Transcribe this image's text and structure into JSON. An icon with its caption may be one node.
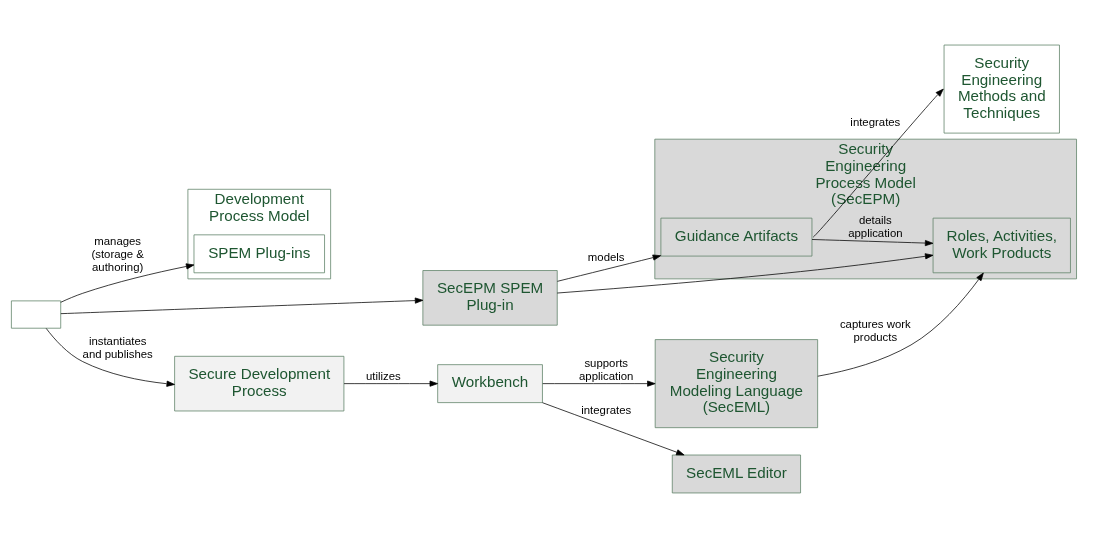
{
  "diagram": {
    "nodes": [
      {
        "text": [
          "Development Process Model"
        ]
      },
      {
        "text": [
          "SPEM Plug-ins"
        ],
        "in": 0
      },
      {
        "text": [
          "Security Engineering Process Model (SecEPM)"
        ]
      },
      {
        "text": [
          "SecEPM SPEM Plug-in"
        ]
      },
      {
        "text": [
          "Guidance Artifacts"
        ],
        "in": 2
      },
      {
        "text": [
          "Roles, Activities, Work Products"
        ],
        "in": 2
      },
      {
        "text": [
          "Security Engineering Methods and Techniques"
        ]
      },
      {
        "text": [],
        "shape": "box"
      },
      {
        "text": [
          "Security Engineering Modeling Language (SecEML)"
        ]
      },
      {
        "text": [
          "Secure Development Process"
        ]
      },
      {
        "text": [
          "Workbench"
        ]
      },
      {
        "text": [
          "SecEML Editor"
        ]
      }
    ],
    "edges": [
      {
        "from": 7,
        "to": 1,
        "arrow": "to",
        "label": "manages (storage & authoring)"
      },
      {
        "from": 7,
        "to": 3,
        "arrow": "to"
      },
      {
        "from": 3,
        "to": 4,
        "arrow": "to",
        "label": "models"
      },
      {
        "from": 3,
        "to": 5,
        "arrow": "to"
      },
      {
        "from": 4,
        "to": 6,
        "arrow": "to",
        "label": "integrates"
      },
      {
        "from": 4,
        "to": 5,
        "arrow": "to",
        "label": "details application"
      },
      {
        "from": 8,
        "to": 5,
        "arrow": "to",
        "label": "captures work products"
      },
      {
        "from": 7,
        "to": 9,
        "arrow": "to",
        "label": "instantiates and publishes"
      },
      {
        "from": 9,
        "to": 10,
        "arrow": "to",
        "label": "utilizes"
      },
      {
        "from": 10,
        "to": 8,
        "arrow": "to",
        "label": "supports application"
      },
      {
        "from": 10,
        "to": 11,
        "arrow": "to",
        "label": "integrates"
      }
    ]
  }
}
